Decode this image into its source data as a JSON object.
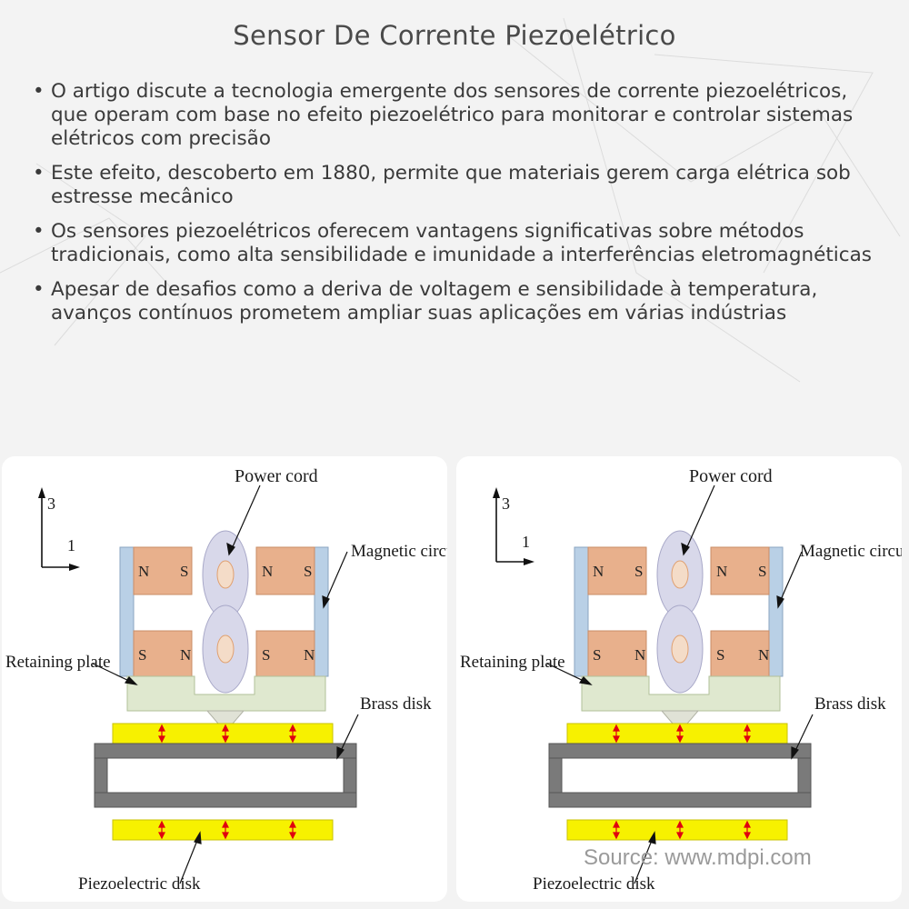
{
  "title": "Sensor De Corrente Piezoelétrico",
  "bullets": [
    "O artigo discute a tecnologia emergente dos sensores de corrente piezoelétricos, que operam com base no efeito piezoelétrico para monitorar e controlar sistemas elétricos com precisão",
    "Este efeito, descoberto em 1880, permite que materiais gerem carga elétrica sob estresse mecânico",
    "Os sensores piezoelétricos oferecem vantagens significativas sobre métodos tradicionais, como alta sensibilidade e imunidade a interferências eletromagnéticas",
    "Apesar de desafios como a deriva de voltagem e sensibilidade à temperatura, avanços contínuos prometem ampliar suas aplicações em várias indústrias"
  ],
  "diagram": {
    "axis_vertical": "3",
    "axis_horizontal": "1",
    "power_cord": "Power cord",
    "magnetic_circuit": "Magnetic circuit",
    "retaining_plate": "Retaining plate",
    "brass_disk": "Brass disk",
    "piezoelectric_disk": "Piezoelectric disk",
    "pole_n": "N",
    "pole_s": "S"
  },
  "source": "Source: www.mdpi.com",
  "colors": {
    "magnet": "#e8b08c",
    "frame": "#b9d0e6",
    "retaining_plate": "#dfe8cf",
    "piezo": "#f7f100",
    "brass": "#7a7a7a",
    "cord": "#d8d8ea",
    "arrow": "#e0000f"
  }
}
